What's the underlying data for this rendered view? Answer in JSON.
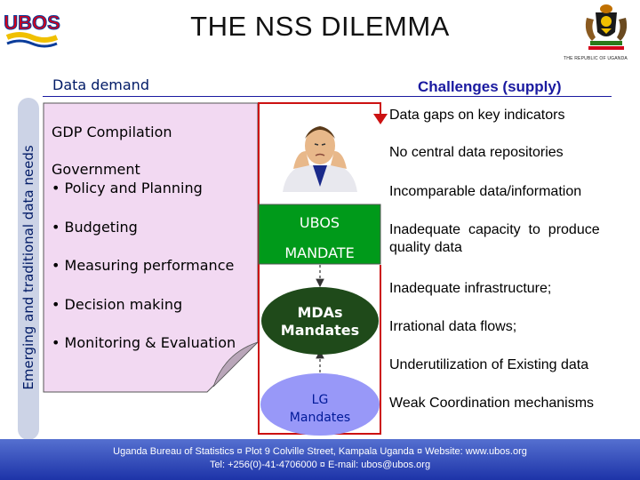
{
  "title": "THE NSS DILEMMA",
  "logo_text": "UBOS",
  "coat_caption": "THE REPUBLIC OF UGANDA",
  "left_heading": "Data demand",
  "right_heading": "Challenges (supply)",
  "side_label": "Emerging and traditional data needs",
  "demand": {
    "gdp": "GDP Compilation",
    "government": "Government",
    "items": [
      "• Policy and Planning",
      "• Budgeting",
      "• Measuring performance",
      "• Decision making",
      "• Monitoring & Evaluation"
    ]
  },
  "mandates": {
    "ubos": "UBOS",
    "ubos_mandate": "MANDATE",
    "mdas_line1": "MDAs",
    "mdas_line2": "Mandates",
    "lg_line1": "LG",
    "lg_line2": "Mandates"
  },
  "challenges": [
    "Data gaps on key indicators",
    "No central data repositories",
    "Incomparable data/information",
    "Inadequate  capacity  to  produce",
    "quality data",
    "Inadequate infrastructure;",
    "Irrational data flows;",
    "Underutilization of Existing data",
    "Weak Coordination mechanisms"
  ],
  "footer": {
    "line1": "Uganda Bureau of Statistics ¤ Plot 9 Colville Street, Kampala Uganda ¤ Website: www.ubos.org",
    "line2": "Tel: +256(0)-41-4706000 ¤ E-mail: ubos@ubos.org"
  },
  "colors": {
    "heading_blue": "#1a1aa0",
    "demand_fill": "#f2d9f2",
    "ubos_fill": "#009a1a",
    "mdas_fill": "#1f4a1a",
    "lg_fill": "#9898f8",
    "arrow_red": "#cc1111"
  }
}
